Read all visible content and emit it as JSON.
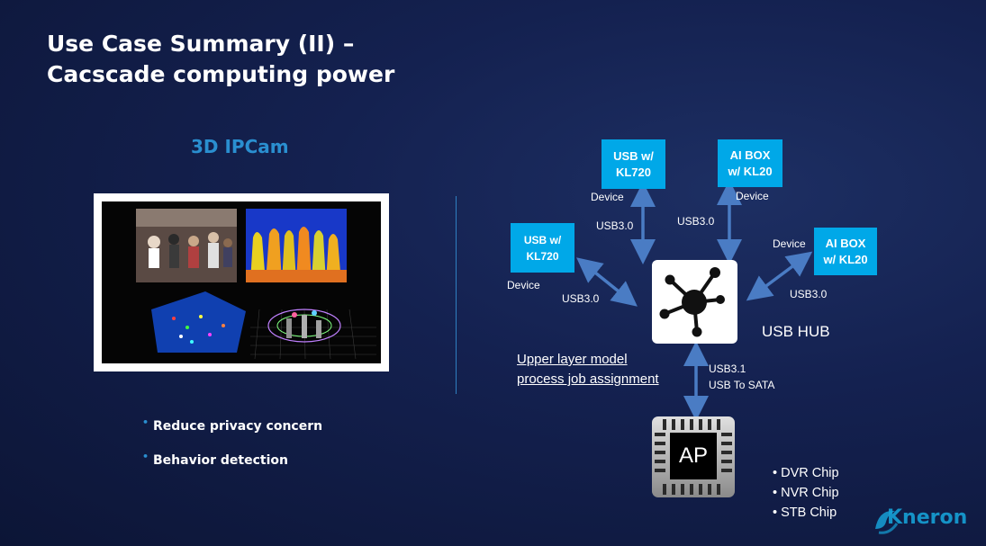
{
  "slide": {
    "title_line1": "Use Case Summary (II) –",
    "title_line2": "Cacscade computing power"
  },
  "left": {
    "section_title": "3D IPCam",
    "bullets": [
      "Reduce privacy concern",
      "Behavior detection"
    ]
  },
  "diagram": {
    "devices": [
      {
        "line1": "USB w/",
        "line2": "KL720",
        "device_label": "Device",
        "link_label": "USB3.0"
      },
      {
        "line1": "AI BOX",
        "line2": "w/ KL20",
        "device_label": "Device",
        "link_label": "USB3.0"
      },
      {
        "line1": "USB w/",
        "line2": "KL720",
        "device_label": "Device",
        "link_label": "USB3.0"
      },
      {
        "line1": "AI BOX",
        "line2": "w/ KL20",
        "device_label": "Device",
        "link_label": "USB3.0"
      }
    ],
    "hub_label": "USB HUB",
    "upper_note_line1": "Upper layer model",
    "upper_note_line2": "process job assignment",
    "ap_link_line1": "USB3.1",
    "ap_link_line2": "USB To SATA",
    "ap_label": "AP",
    "ap_bullets": [
      "DVR Chip",
      "NVR Chip",
      "STB Chip"
    ]
  },
  "brand": {
    "logo_text": "Kneron",
    "accent_color": "#00a8e8",
    "arrow_color": "#4a7cc4"
  }
}
